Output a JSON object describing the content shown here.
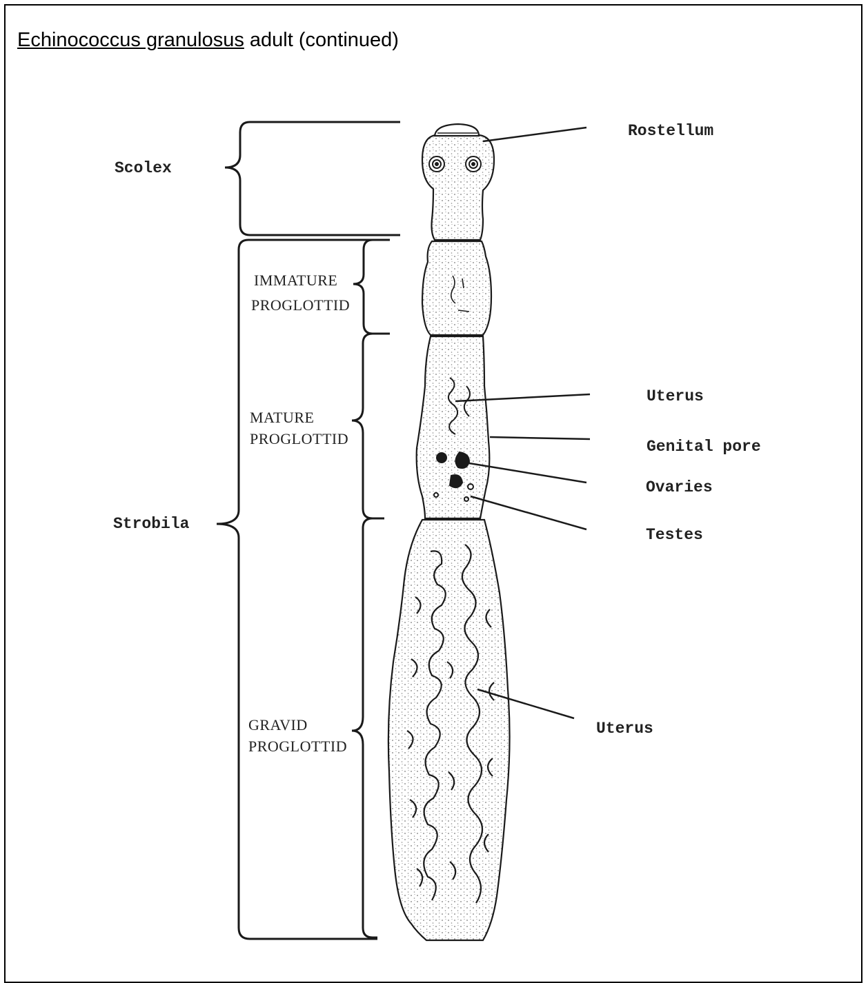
{
  "title": {
    "species": "Echinococcus granulosus",
    "suffix": " adult (continued)"
  },
  "labels": {
    "scolex": "Scolex",
    "strobila": "Strobila",
    "immature": [
      "IMMATURE",
      "PROGLOTTID"
    ],
    "mature": [
      "MATURE",
      "PROGLOTTID"
    ],
    "gravid": [
      "GRAVID",
      "PROGLOTTID"
    ],
    "rostellum": "Rostellum",
    "uterus_mature": "Uterus",
    "genital_pore": "Genital pore",
    "ovaries": "Ovaries",
    "testes": "Testes",
    "uterus_gravid": "Uterus"
  },
  "colors": {
    "ink": "#1a1a1a",
    "stipple": "#6a6a6a"
  }
}
